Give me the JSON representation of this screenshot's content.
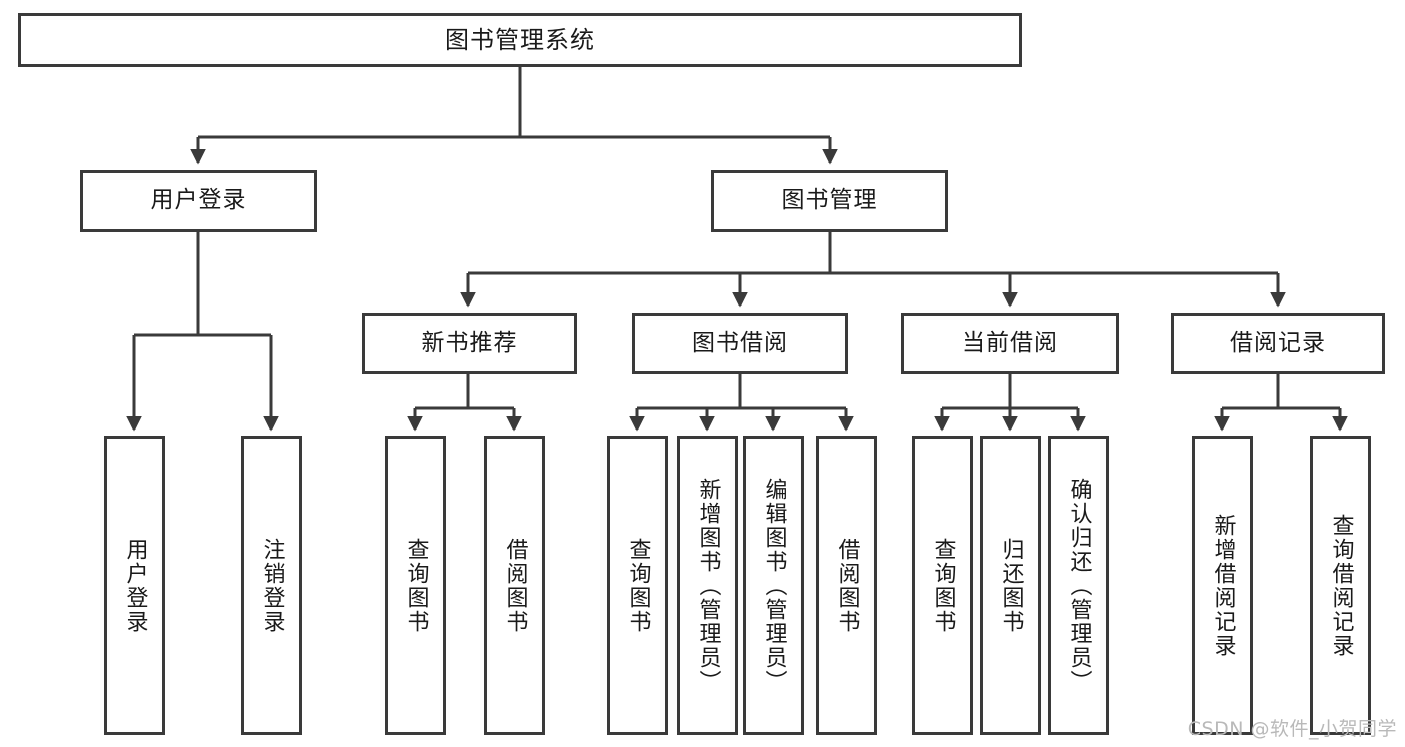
{
  "diagram": {
    "title": "图书管理系统",
    "watermark": "CSDN @软件_小贺同学"
  },
  "nodes": {
    "root": {
      "label": "图书管理系统"
    },
    "level2": [
      {
        "id": "user-login",
        "label": "用户登录"
      },
      {
        "id": "book-manage",
        "label": "图书管理"
      }
    ],
    "level3": [
      {
        "id": "new-book-recommend",
        "label": "新书推荐"
      },
      {
        "id": "book-borrow",
        "label": "图书借阅"
      },
      {
        "id": "current-borrow",
        "label": "当前借阅"
      },
      {
        "id": "borrow-record",
        "label": "借阅记录"
      }
    ],
    "leaves": {
      "user_login": [
        {
          "id": "leaf-user-login",
          "label": "用户登录"
        },
        {
          "id": "leaf-logout-login",
          "label": "注销登录"
        }
      ],
      "new_book_recommend": [
        {
          "id": "leaf-query-book-1",
          "label": "查询图书"
        },
        {
          "id": "leaf-borrow-book-1",
          "label": "借阅图书"
        }
      ],
      "book_borrow": [
        {
          "id": "leaf-query-book-2",
          "label": "查询图书"
        },
        {
          "id": "leaf-add-book",
          "label": "新增图书（管理员）"
        },
        {
          "id": "leaf-edit-book",
          "label": "编辑图书（管理员）"
        },
        {
          "id": "leaf-borrow-book-2",
          "label": "借阅图书"
        }
      ],
      "current_borrow": [
        {
          "id": "leaf-query-book-3",
          "label": "查询图书"
        },
        {
          "id": "leaf-return-book",
          "label": "归还图书"
        },
        {
          "id": "leaf-confirm-return",
          "label": "确认归还（管理员）"
        }
      ],
      "borrow_record": [
        {
          "id": "leaf-add-record",
          "label": "新增借阅记录"
        },
        {
          "id": "leaf-query-record",
          "label": "查询借阅记录"
        }
      ]
    }
  },
  "colors": {
    "stroke": "#3a3a3a",
    "background": "#ffffff",
    "text": "#1a1a1a",
    "watermark": "#b9b9b9"
  }
}
